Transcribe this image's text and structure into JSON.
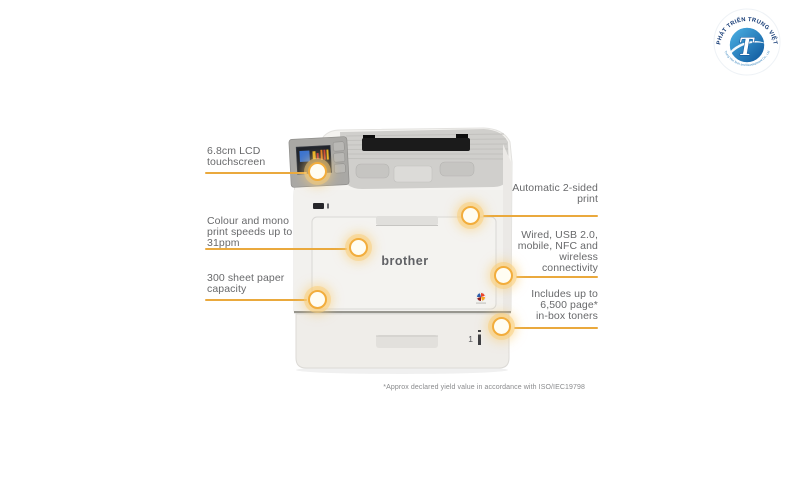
{
  "watermark": {
    "top_text": "PHÁT TRIỂN TRUNG VIỆT",
    "letter": "T",
    "bottom_text": "Trung Viet Tech and Development Co., Ltd"
  },
  "printer": {
    "brand": "brother",
    "tray_number": "1"
  },
  "callouts": {
    "left": [
      {
        "label": "6.8cm LCD\ntouchscreen"
      },
      {
        "label": "Colour and mono\nprint speeds up to\n31ppm"
      },
      {
        "label": "300 sheet paper\ncapacity"
      }
    ],
    "right": [
      {
        "label": "Automatic 2-sided\nprint"
      },
      {
        "label": "Wired, USB 2.0,\nmobile, NFC and\nwireless\nconnectivity"
      },
      {
        "label": "Includes up to\n6,500 page*\nin-box toners"
      }
    ]
  },
  "footnote": "*Approx declared yield value in accordance with ISO/IEC19798",
  "colors": {
    "accent_line": "#eaa93d",
    "marker_ring": "#f2ad3c",
    "label_text": "#68696b",
    "logo_blue": "#0c5499",
    "logo_navy": "#143a75",
    "printer_body": "#f4f3f0",
    "printer_deck": "#d0cfcc"
  }
}
